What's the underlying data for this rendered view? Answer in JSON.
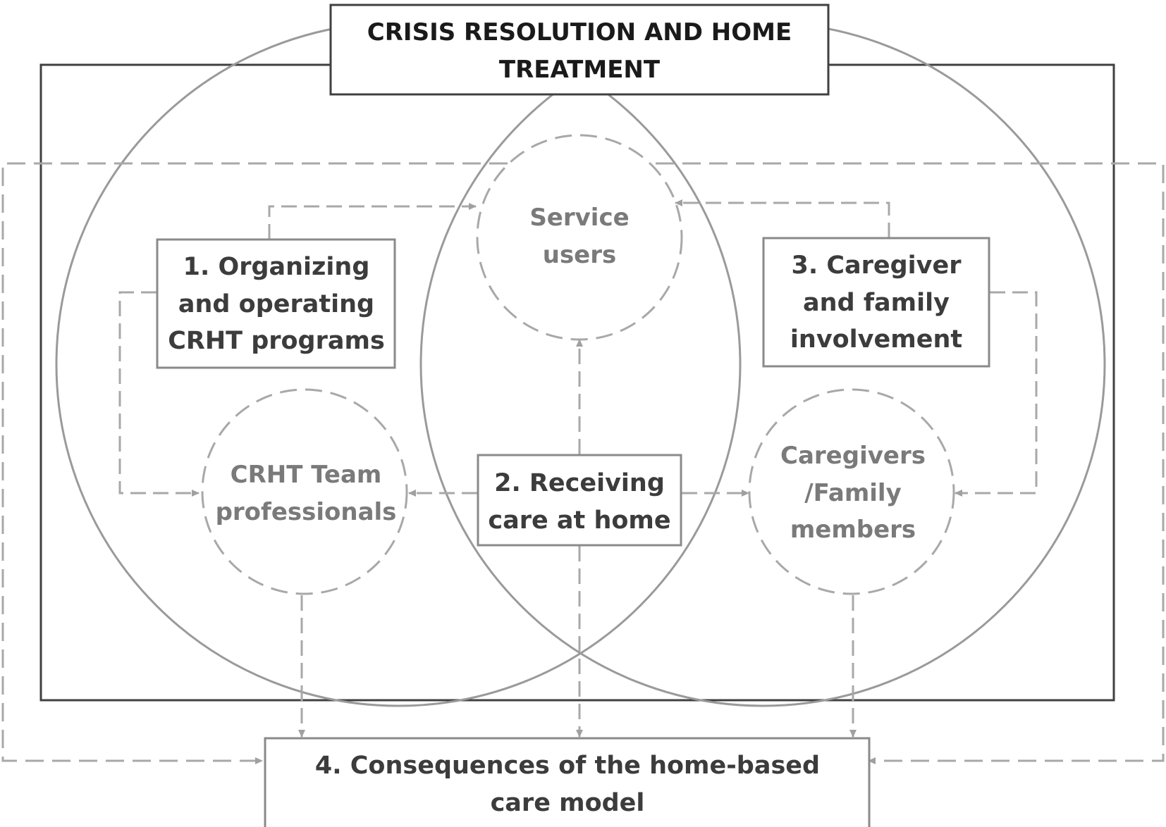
{
  "title": {
    "line1": "CRISIS RESOLUTION AND HOME",
    "line2": "TREATMENT"
  },
  "themes": {
    "organizing": {
      "line1": "1. Organizing",
      "line2": "and operating",
      "line3": "CRHT programs"
    },
    "receiving": {
      "line1": "2. Receiving",
      "line2": "care at home"
    },
    "caregiver": {
      "line1": "3. Caregiver",
      "line2": "and family",
      "line3": "involvement"
    },
    "consequences": {
      "line1": "4. Consequences of the home-based",
      "line2": "care model"
    }
  },
  "actors": {
    "service_users": {
      "line1": "Service",
      "line2": "users"
    },
    "team": {
      "line1": "CRHT Team",
      "line2": "professionals"
    },
    "caregivers": {
      "line1": "Caregivers",
      "line2": "/Family",
      "line3": "members"
    }
  },
  "colors": {
    "frame": "#404040",
    "circle_stroke": "#9a9a9a",
    "box_stroke": "#8a8a8a",
    "dashed": "#a8a8a8",
    "arrow": "#a0a0a0"
  }
}
